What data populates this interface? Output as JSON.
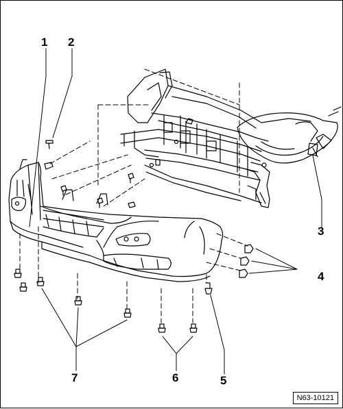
{
  "callouts": [
    "1",
    "2",
    "3",
    "4",
    "5",
    "6",
    "7"
  ],
  "doc_ref": "N63-10121",
  "colors": {
    "ink": "#000000",
    "paper": "#ffffff"
  }
}
